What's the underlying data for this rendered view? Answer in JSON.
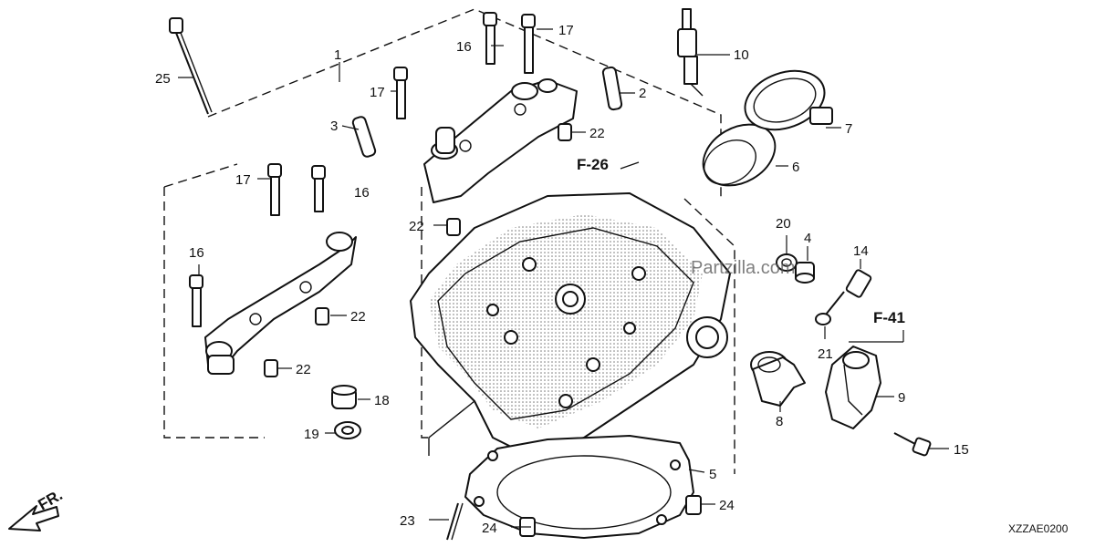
{
  "diagram": {
    "parts": [
      {
        "num": "1"
      },
      {
        "num": "2"
      },
      {
        "num": "3"
      },
      {
        "num": "4"
      },
      {
        "num": "5"
      },
      {
        "num": "6"
      },
      {
        "num": "7"
      },
      {
        "num": "8"
      },
      {
        "num": "9"
      },
      {
        "num": "10"
      },
      {
        "num": "14"
      },
      {
        "num": "15"
      },
      {
        "num": "16"
      },
      {
        "num": "17"
      },
      {
        "num": "18"
      },
      {
        "num": "19"
      },
      {
        "num": "20"
      },
      {
        "num": "21"
      },
      {
        "num": "22"
      },
      {
        "num": "23"
      },
      {
        "num": "24"
      },
      {
        "num": "25"
      }
    ],
    "references": [
      "F-26",
      "F-41"
    ],
    "watermark": "Partzilla.com",
    "direction_label": "FR.",
    "diagram_code": "XZZAE0200"
  }
}
